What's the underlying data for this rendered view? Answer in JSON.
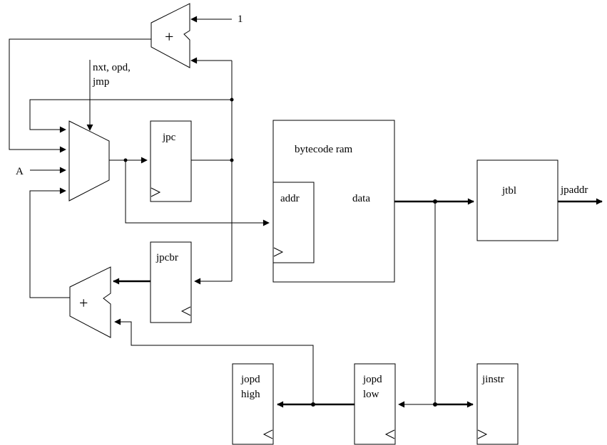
{
  "diagram": {
    "inputs": {
      "const_one": "1",
      "a_input": "A",
      "mux_select": [
        "nxt, opd,",
        "jmp"
      ]
    },
    "adders": {
      "increment_adder": "+",
      "branch_adder": "+"
    },
    "registers": {
      "jpc": "jpc",
      "jpcbr": "jpcbr",
      "jopd_high": [
        "jopd",
        "high"
      ],
      "jopd_low": [
        "jopd",
        "low"
      ],
      "jinstr": "jinstr"
    },
    "memory": {
      "title": "bytecode ram",
      "addr_port": "addr",
      "data_port": "data"
    },
    "jump_table": {
      "title": "jtbl",
      "output": "jpaddr"
    }
  }
}
